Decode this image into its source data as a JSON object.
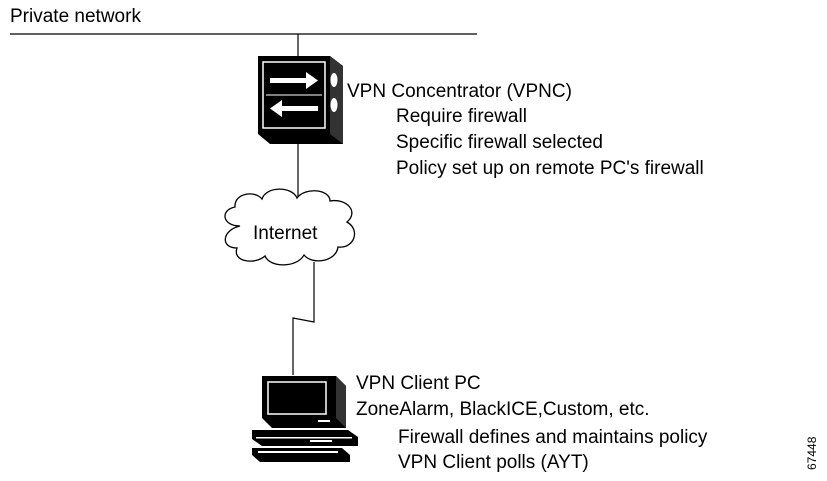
{
  "network": {
    "label": "Private network"
  },
  "concentrator": {
    "title": "VPN Concentrator (VPNC)",
    "details": [
      "Require firewall",
      "Specific firewall selected",
      "Policy set up on remote PC's firewall"
    ]
  },
  "internet": {
    "label": "Internet"
  },
  "client": {
    "title": "VPN Client PC",
    "subtitle": "ZoneAlarm, BlackICE,Custom, etc.",
    "details": [
      "Firewall defines and maintains policy",
      "VPN Client polls (AYT)"
    ]
  },
  "figure_id": "67448"
}
